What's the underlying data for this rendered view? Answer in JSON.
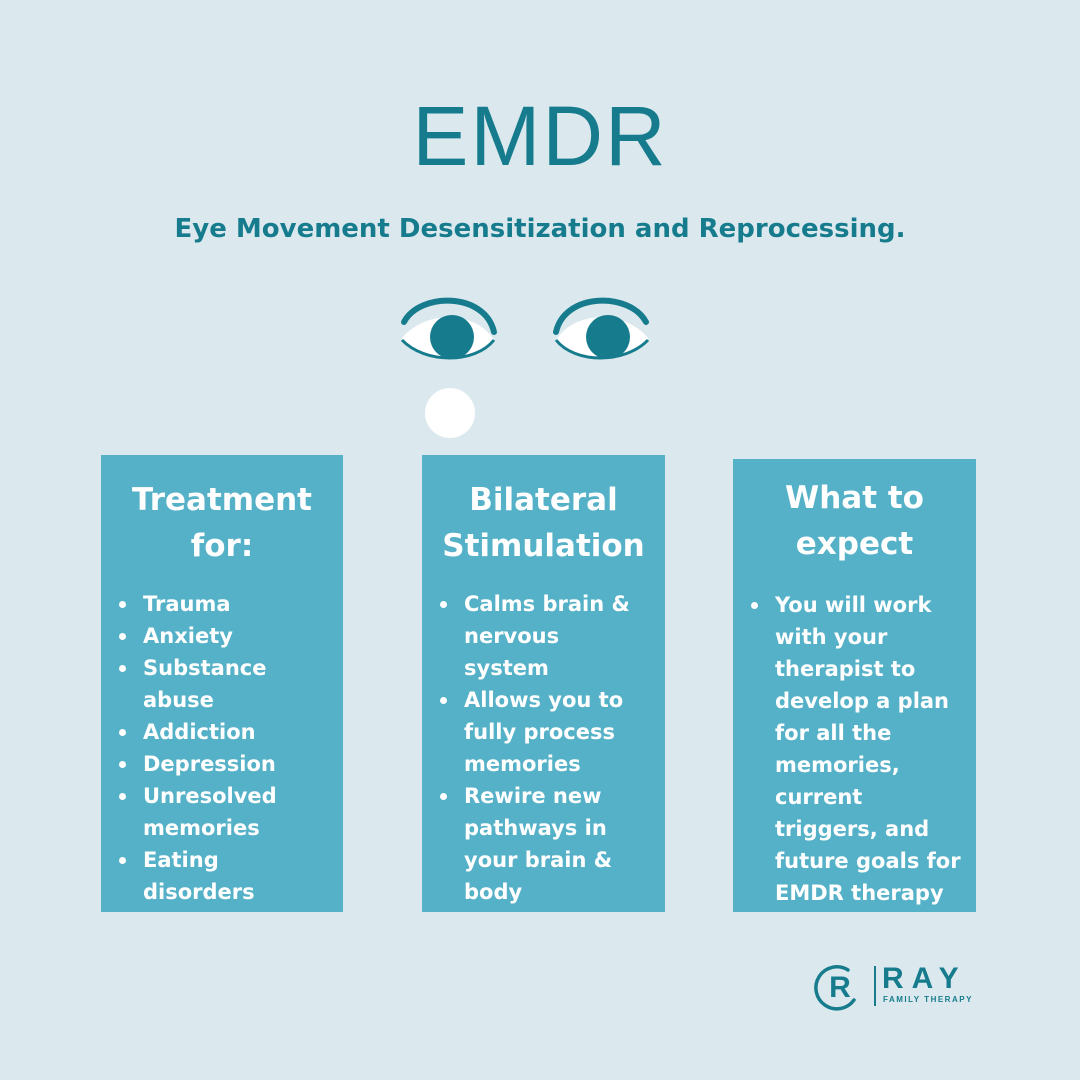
{
  "header": {
    "title": "EMDR",
    "subtitle": "Eye Movement Desensitization and Reprocessing."
  },
  "illustration": {
    "icon": "eyes-icon",
    "dot_icon": "moving-dot-icon",
    "colors": {
      "iris": "#167c8d",
      "sclera": "#ffffff",
      "dot": "#ffffff"
    }
  },
  "cards": [
    {
      "title_lines": [
        "Treatment",
        "for:"
      ],
      "items": [
        [
          "Trauma"
        ],
        [
          "Anxiety"
        ],
        [
          "Substance",
          "abuse"
        ],
        [
          "Addiction"
        ],
        [
          "Depression"
        ],
        [
          "Unresolved",
          "memories"
        ],
        [
          "Eating",
          "disorders"
        ]
      ]
    },
    {
      "title_lines": [
        "Bilateral",
        "Stimulation"
      ],
      "items": [
        [
          "Calms brain &",
          "nervous",
          "system"
        ],
        [
          "Allows you to",
          "fully process",
          "memories"
        ],
        [
          "Rewire new",
          "pathways in",
          "your brain &",
          "body"
        ]
      ]
    },
    {
      "title_lines": [
        "What to",
        "expect"
      ],
      "items": [
        [
          "You will work",
          "with your",
          "therapist to",
          "develop a plan",
          "for all the",
          "memories,",
          "current",
          "triggers, and",
          "future goals for",
          "EMDR therapy"
        ]
      ]
    }
  ],
  "logo": {
    "letter": "R",
    "name": "RAY",
    "tagline": "FAMILY THERAPY"
  },
  "colors": {
    "background": "#dbe9ee",
    "accent": "#167c8d",
    "card": "#55b1c7"
  }
}
